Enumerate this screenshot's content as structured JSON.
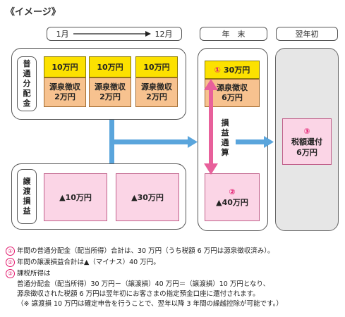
{
  "title": "《イメージ》",
  "header": {
    "period_start": "1月",
    "period_end": "12月",
    "year_end": "年　末",
    "next_year_start": "翌年初"
  },
  "row_labels": {
    "dividends": [
      "普",
      "通",
      "分",
      "配",
      "金"
    ],
    "transfer": [
      "譲",
      "渡",
      "損",
      "益"
    ]
  },
  "dividend_boxes": [
    {
      "amount": "10万円",
      "tax_label": "源泉徴収",
      "tax_amount": "2万円"
    },
    {
      "amount": "10万円",
      "tax_label": "源泉徴収",
      "tax_amount": "2万円"
    },
    {
      "amount": "10万円",
      "tax_label": "源泉徴収",
      "tax_amount": "2万円"
    }
  ],
  "transfer_boxes": [
    {
      "amount": "▲10万円"
    },
    {
      "amount": "▲30万円"
    }
  ],
  "year_end": {
    "dividend_marker": "①",
    "dividend_total": "30万円",
    "tax_label": "源泉徴収",
    "tax_amount": "6万円",
    "netting_label": [
      "損",
      "益",
      "通",
      "算"
    ],
    "transfer_marker": "②",
    "transfer_total": "▲40万円"
  },
  "next_year": {
    "marker": "③",
    "label": "税額還付",
    "amount": "6万円"
  },
  "notes": {
    "n1_marker": "①",
    "n1": "年間の普通分配金（配当所得）合計は、30 万円（うち税額 6 万円は源泉徴収済み）。",
    "n2_marker": "②",
    "n2": "年間の譲渡損益合計は▲（マイナス）40 万円。",
    "n3_marker": "③",
    "n3": "課税所得は",
    "n3_line2": "普通分配金（配当所得）30 万円－（譲渡損）40 万円＝（譲渡損）10 万円となり、",
    "n3_line3": "源泉徴収された税額 6 万円は翌年初にお客さまの指定預金口座に還付されます。",
    "n3_line4": "（※ 譲渡損 10 万円は確定申告を行うことで、翌年以降 3 年間の繰越控除が可能です。）"
  },
  "colors": {
    "arrow_blue": "#5aa5dc",
    "arrow_pink": "#e8609b",
    "accent_red": "#e2166b",
    "yellow": "#fce100",
    "orange": "#f7c28f",
    "pink": "#fbd5e6"
  }
}
